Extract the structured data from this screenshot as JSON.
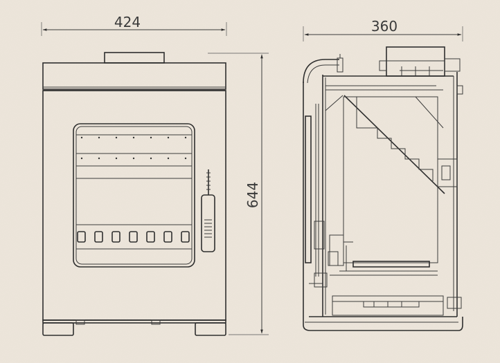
{
  "dimensions": {
    "width": "424",
    "depth": "360",
    "height": "644"
  },
  "colors": {
    "background": "#ede6db",
    "line": "#2e2e2e"
  }
}
